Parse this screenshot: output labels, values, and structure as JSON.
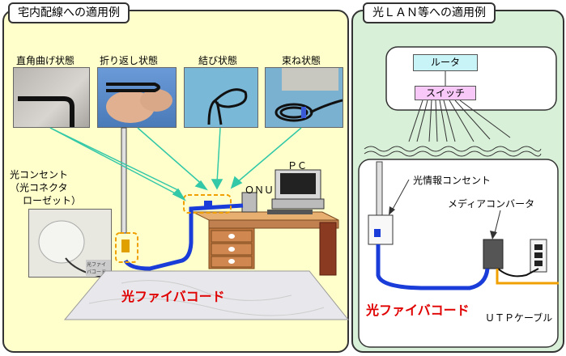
{
  "left_panel": {
    "title": "宅内配線への適用例",
    "photo_labels": [
      "直角曲げ状態",
      "折り返し状態",
      "結び状態",
      "束ね状態"
    ],
    "outlet_label": [
      "光コンセント",
      "（光コネクタ",
      "ローゼット）"
    ],
    "plate_text": "光ファイバコード",
    "pc_label": "ＰＣ",
    "onu_label": "ＯＮＵ",
    "cord_label": "光ファイバコード"
  },
  "right_panel": {
    "title": "光ＬＡＮ等への適用例",
    "router_label": "ルータ",
    "switch_label": "スイッチ",
    "outlet_label": "光情報コンセント",
    "converter_label": "メディアコンバータ",
    "cord_label": "光ファイバコード",
    "utp_label": "ＵＴＰケーブル"
  },
  "colors": {
    "left_bg": "#ffffcc",
    "right_bg": "#d8f0d8",
    "router_bg": "#c8f4f8",
    "switch_bg": "#f8c8f8",
    "cord_blue": "#1a3cd8",
    "utp_orange": "#f0a000",
    "label_red": "#e00000",
    "pointer_green": "#33c8a8"
  }
}
